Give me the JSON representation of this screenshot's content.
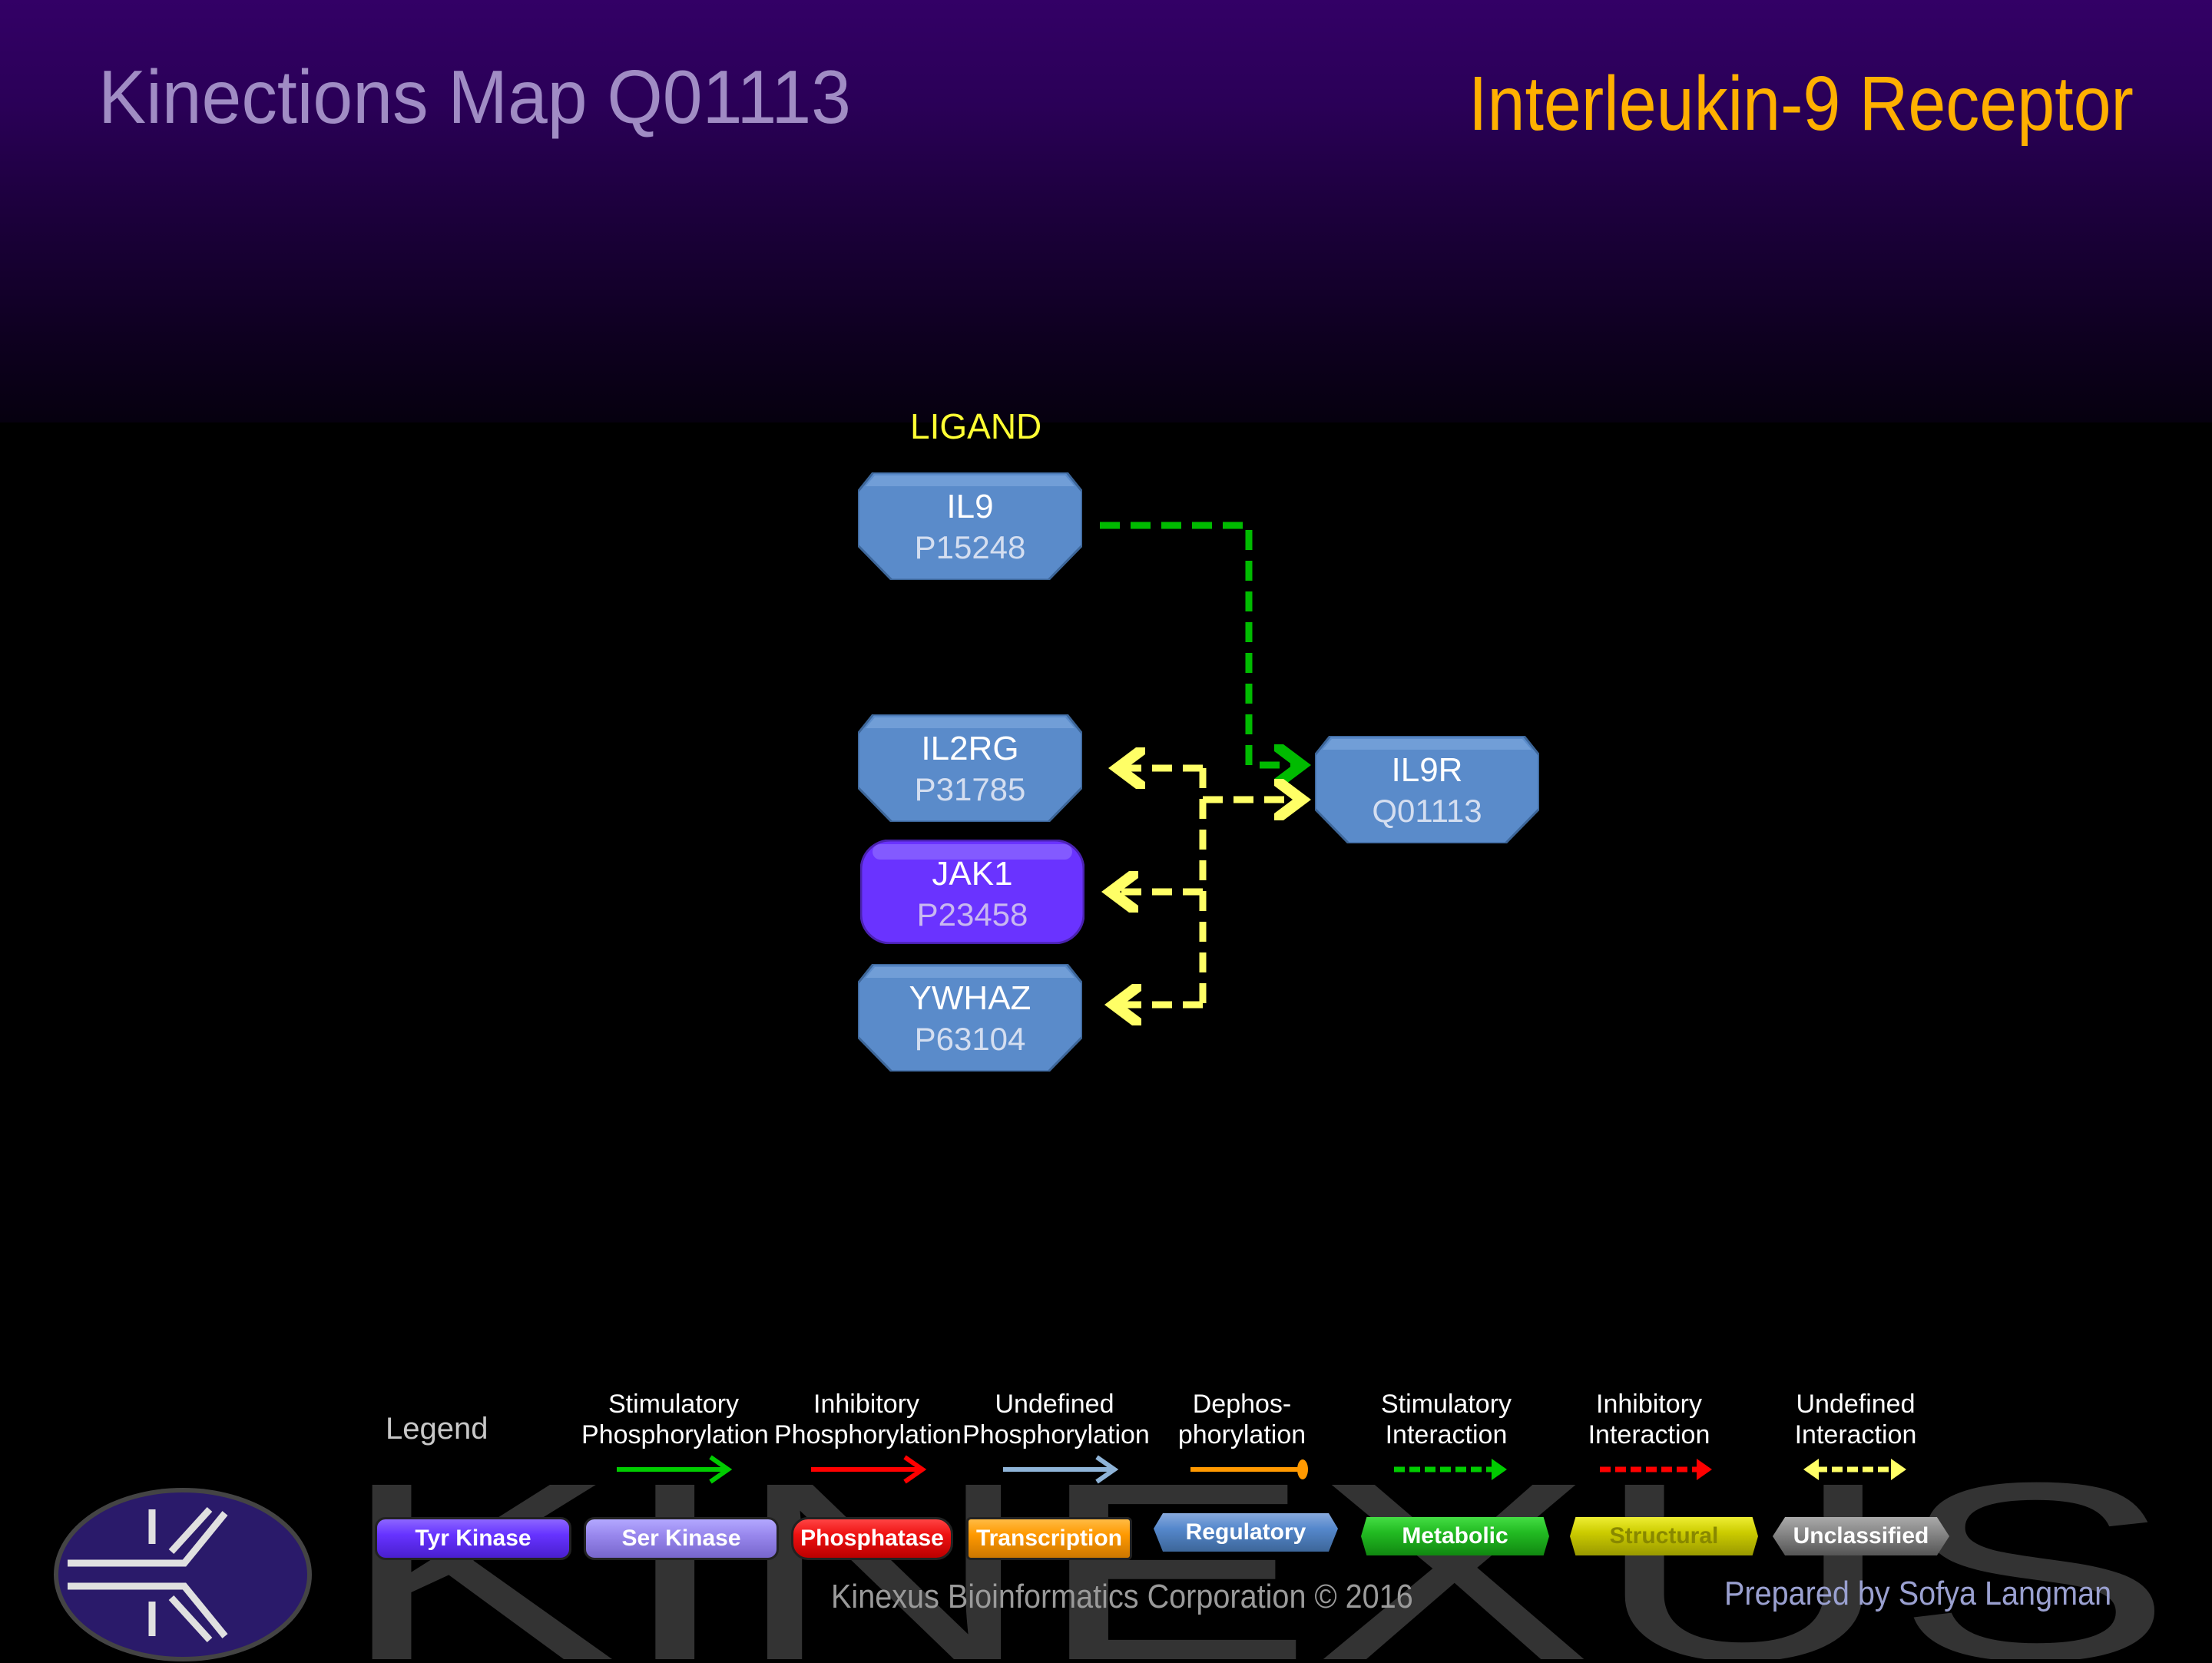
{
  "header": {
    "title": "Kinections Map Q01113",
    "protein_name": "Interleukin-9 Receptor"
  },
  "diagram": {
    "ligand_label": "LIGAND",
    "nodes": [
      {
        "id": "il9",
        "name": "IL9",
        "accession": "P15248",
        "type": "Regulatory"
      },
      {
        "id": "il2rg",
        "name": "IL2RG",
        "accession": "P31785",
        "type": "Regulatory"
      },
      {
        "id": "jak1",
        "name": "JAK1",
        "accession": "P23458",
        "type": "Tyr Kinase"
      },
      {
        "id": "ywhaz",
        "name": "YWHAZ",
        "accession": "P63104",
        "type": "Regulatory"
      },
      {
        "id": "il9r",
        "name": "IL9R",
        "accession": "Q01113",
        "type": "Regulatory"
      }
    ],
    "edges": [
      {
        "from": "IL9",
        "to": "IL9R",
        "type": "Stimulatory Interaction",
        "color": "#00bb00"
      },
      {
        "from": "IL9R",
        "to": "IL2RG",
        "type": "Undefined Interaction",
        "color": "#ffff66"
      },
      {
        "from": "IL9R",
        "to": "JAK1",
        "type": "Undefined Interaction",
        "color": "#ffff66"
      },
      {
        "from": "IL9R",
        "to": "YWHAZ",
        "type": "Undefined Interaction",
        "color": "#ffff66"
      }
    ]
  },
  "legend": {
    "title": "Legend",
    "arrows": [
      {
        "line1": "Stimulatory",
        "line2": "Phosphorylation",
        "color": "#00cc00",
        "style": "solid"
      },
      {
        "line1": "Inhibitory",
        "line2": "Phosphorylation",
        "color": "#ff0000",
        "style": "solid"
      },
      {
        "line1": "Undefined",
        "line2": "Phosphorylation",
        "color": "#8fb4d8",
        "style": "solid"
      },
      {
        "line1": "Dephos-",
        "line2": "phorylation",
        "color": "#ff9900",
        "style": "solid-dot"
      },
      {
        "line1": "Stimulatory",
        "line2": "Interaction",
        "color": "#00cc00",
        "style": "dashed"
      },
      {
        "line1": "Inhibitory",
        "line2": "Interaction",
        "color": "#ff0000",
        "style": "dashed"
      },
      {
        "line1": "Undefined",
        "line2": "Interaction",
        "color": "#ffff66",
        "style": "dashed-double"
      }
    ],
    "categories": [
      {
        "label": "Tyr Kinase",
        "color": "#6633ff"
      },
      {
        "label": "Ser Kinase",
        "color": "#9988ee"
      },
      {
        "label": "Phosphatase",
        "color": "#ee1111"
      },
      {
        "label": "Transcription",
        "color": "#ff9900"
      },
      {
        "label": "Regulatory",
        "color": "#5588cc"
      },
      {
        "label": "Metabolic",
        "color": "#22bb22"
      },
      {
        "label": "Structural",
        "color": "#cccc00"
      },
      {
        "label": "Unclassified",
        "color": "#888888"
      }
    ]
  },
  "footer": {
    "watermark": "KINEXUS",
    "copyright": "Kinexus Bioinformatics Corporation © 2016",
    "prepared_by": "Prepared by  Sofya Langman"
  }
}
